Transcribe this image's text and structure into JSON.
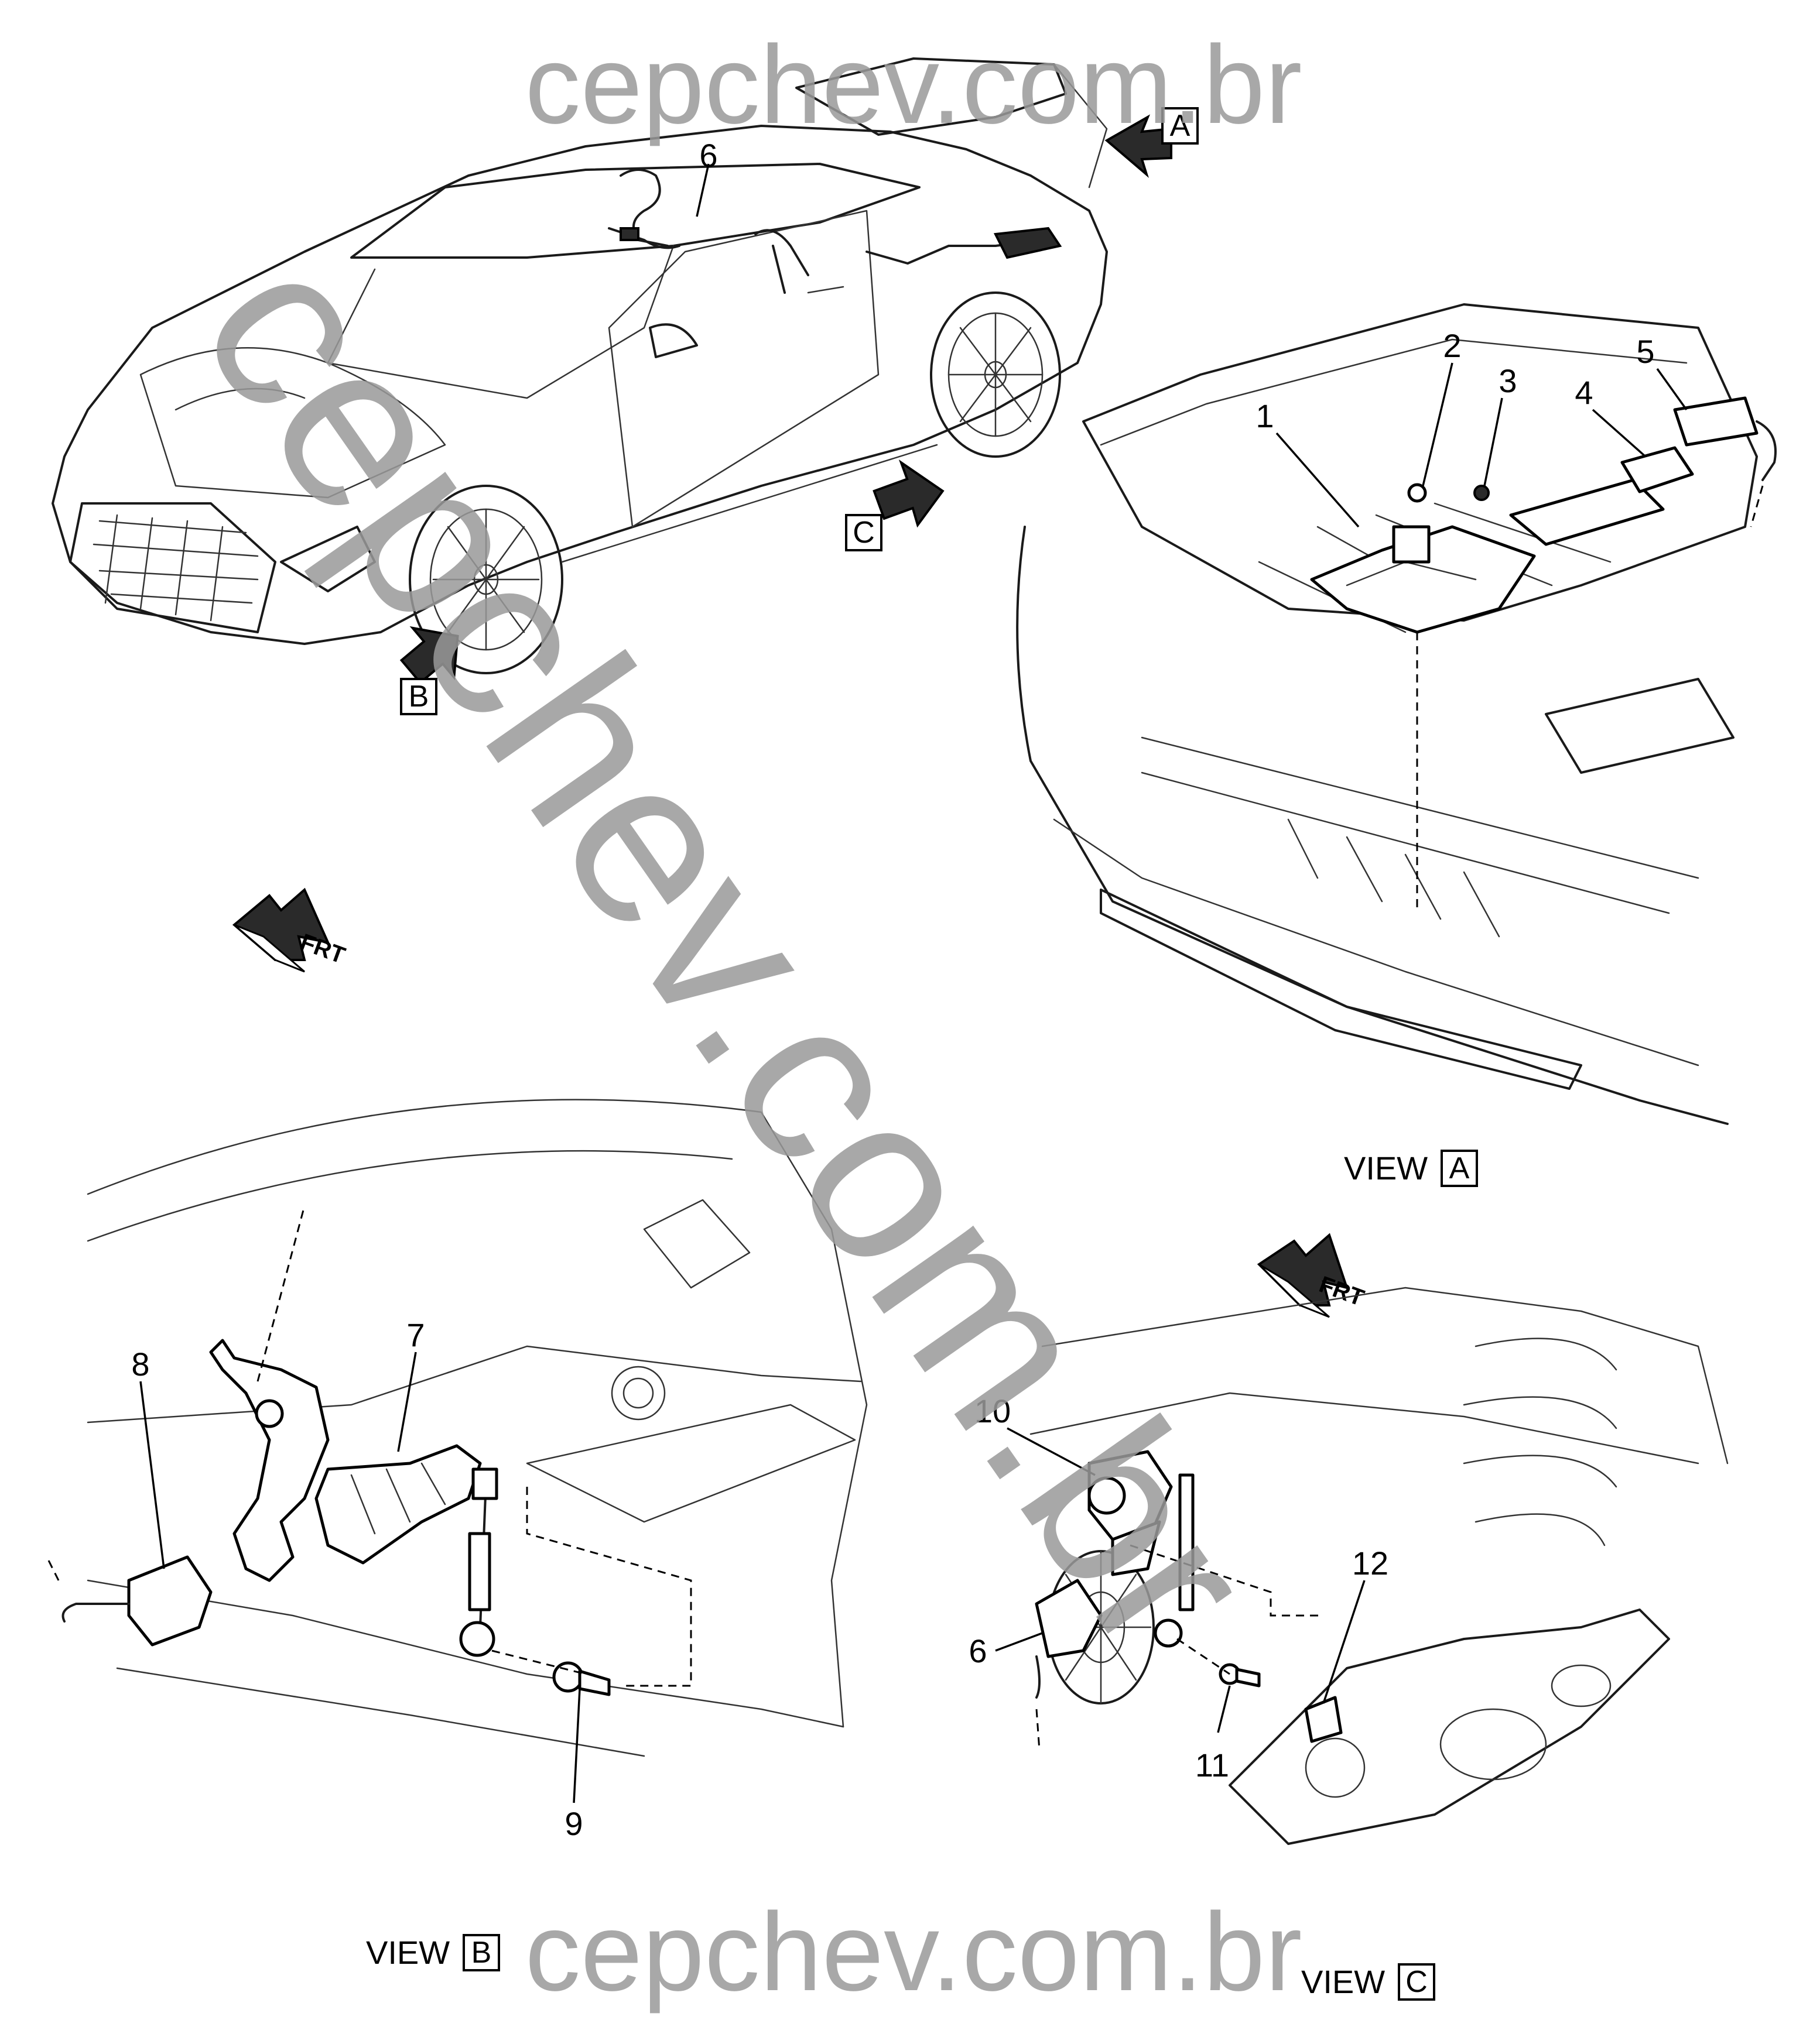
{
  "watermark": {
    "top": "cepchev.com.br",
    "bottom": "cepchev.com.br",
    "diagonal": "cepchev.com.br"
  },
  "callouts": [
    "1",
    "2",
    "3",
    "4",
    "5",
    "6",
    "7",
    "8",
    "9",
    "10",
    "11",
    "12",
    "6"
  ],
  "view_arrows": [
    "A",
    "B",
    "C"
  ],
  "frt_labels": [
    "FRT",
    "FRT"
  ],
  "views": [
    {
      "word": "VIEW",
      "letter": "A"
    },
    {
      "word": "VIEW",
      "letter": "B"
    },
    {
      "word": "VIEW",
      "letter": "C"
    }
  ]
}
